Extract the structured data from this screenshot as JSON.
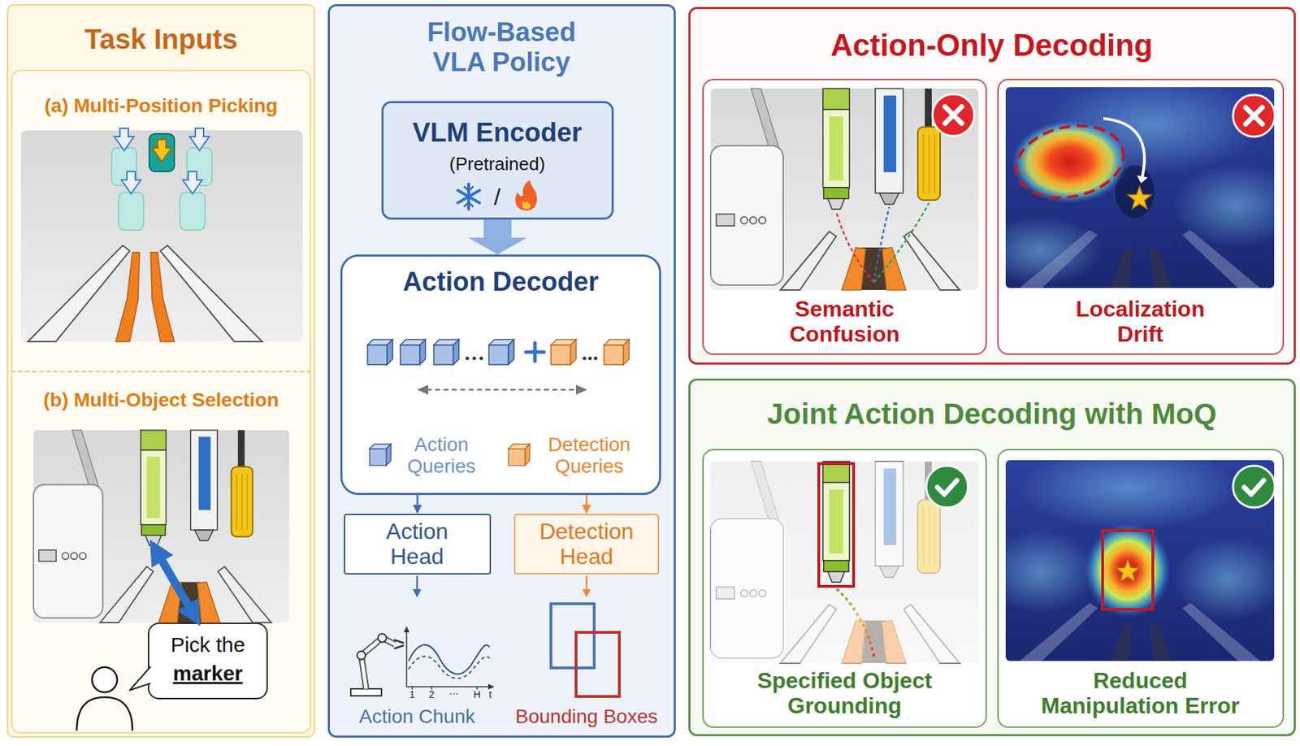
{
  "diagram": {
    "nodes": [
      {
        "text": [
          "Task Inputs"
        ]
      },
      {
        "text": [
          "(a) Multi-Position Picking"
        ],
        "in": 0
      },
      {
        "text": [
          "(b) Multi-Object Selection"
        ],
        "in": 0
      },
      {
        "text": [
          "Pick the",
          "marker"
        ],
        "in": 2
      },
      {
        "text": [
          "Flow-Based VLA Policy"
        ]
      },
      {
        "text": [
          "VLM Encoder",
          "(Pretrained)",
          "/"
        ],
        "in": 4
      },
      {
        "text": [
          "Action Decoder",
          "Action Queries",
          "Detection Queries"
        ],
        "in": 4
      },
      {
        "text": [
          "Action Head"
        ],
        "in": 4
      },
      {
        "text": [
          "Detection Head"
        ],
        "in": 4
      },
      {
        "text": [
          "Action-Only Decoding"
        ]
      },
      {
        "text": [
          "Semantic Confusion"
        ],
        "in": 9
      },
      {
        "text": [
          "Localization Drift"
        ],
        "in": 9
      },
      {
        "text": [
          "Joint Action Decoding with MoQ"
        ]
      },
      {
        "text": [
          "Specified Object Grounding"
        ],
        "in": 12
      },
      {
        "text": [
          "Reduced Manipulation Error"
        ],
        "in": 12
      }
    ],
    "edges": [
      {
        "from": 5,
        "to": 6,
        "arrow": "to"
      },
      {
        "from": 6,
        "to": 7,
        "arrow": "to"
      },
      {
        "from": 6,
        "to": 8,
        "arrow": "to"
      }
    ],
    "labels": [
      "1",
      "2",
      "···",
      "H",
      "t",
      "Action Chunk",
      "Bounding Boxes"
    ]
  }
}
